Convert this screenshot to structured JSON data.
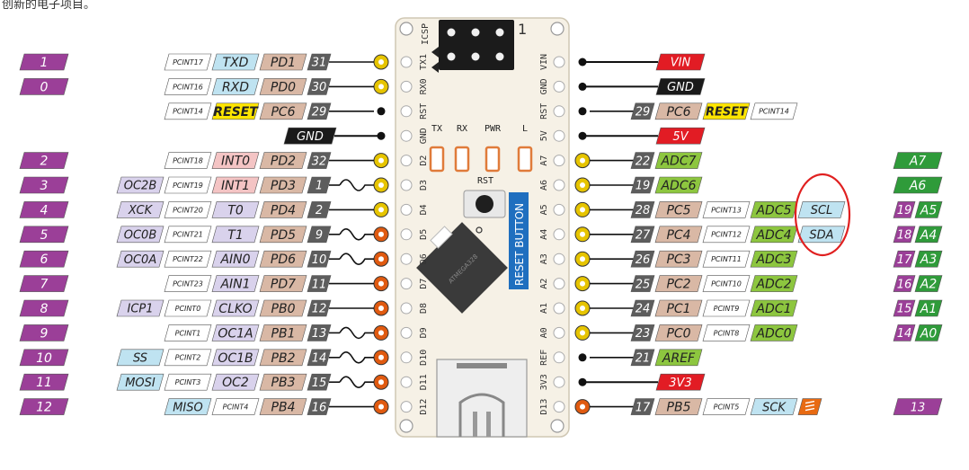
{
  "caption": "创新的电子项目。",
  "colors": {
    "purple": "#9b3f98",
    "num": "#5d5d5d",
    "port": "#d9b8a5",
    "func_blue": "#bfe3f1",
    "func_lilac": "#d9d2ec",
    "pcint": "#ffffff",
    "red": "#e21c24",
    "black": "#1a1a1a",
    "green": "#2f9b3a",
    "adc": "#8dc63f",
    "yellow": "#ffe600",
    "orange": "#e86a12",
    "pin_yellow": "#e6c400",
    "pin_orange": "#e05a10",
    "board": "#f6f1e6",
    "highlight_circle": "#e02020"
  },
  "board": {
    "icsp_label": "ICSP",
    "icsp_pin_label": "1",
    "leds": [
      "TX",
      "RX",
      "PWR",
      "L"
    ],
    "rst_label": "RST",
    "reset_button_label": "RESET BUTTON",
    "chip_text": "ATMEGA328"
  },
  "left_pins": [
    {
      "arduino": "1",
      "pcint": "PCINT17",
      "func": "TXD",
      "port": "PD1",
      "num": "31",
      "silk": "TX1",
      "pin": "yellow",
      "pwm": false
    },
    {
      "arduino": "0",
      "pcint": "PCINT16",
      "func": "RXD",
      "port": "PD0",
      "num": "30",
      "silk": "RX0",
      "pin": "yellow",
      "pwm": false
    },
    {
      "arduino": "",
      "pcint": "PCINT14",
      "func": "RESET",
      "port": "PC6",
      "num": "29",
      "silk": "RST",
      "pin": "dot",
      "pwm": false
    },
    {
      "arduino": "",
      "pcint": "",
      "func": "",
      "port": "",
      "num": "",
      "special": "GND",
      "silk": "GND",
      "pin": "dot",
      "pwm": false
    },
    {
      "arduino": "2",
      "pcint": "PCINT18",
      "func": "INT0",
      "port": "PD2",
      "num": "32",
      "silk": "D2",
      "pin": "yellow",
      "pwm": false
    },
    {
      "arduino": "3",
      "extra": "OC2B",
      "pcint": "PCINT19",
      "func": "INT1",
      "port": "PD3",
      "num": "1",
      "silk": "D3",
      "pin": "yellow",
      "pwm": true
    },
    {
      "arduino": "4",
      "extra": "XCK",
      "pcint": "PCINT20",
      "func": "T0",
      "port": "PD4",
      "num": "2",
      "silk": "D4",
      "pin": "yellow",
      "pwm": false
    },
    {
      "arduino": "5",
      "extra": "OC0B",
      "pcint": "PCINT21",
      "func": "T1",
      "port": "PD5",
      "num": "9",
      "silk": "D5",
      "pin": "orange",
      "pwm": true
    },
    {
      "arduino": "6",
      "extra": "OC0A",
      "pcint": "PCINT22",
      "func": "AIN0",
      "port": "PD6",
      "num": "10",
      "silk": "D6",
      "pin": "orange",
      "pwm": true
    },
    {
      "arduino": "7",
      "pcint": "PCINT23",
      "func": "AIN1",
      "port": "PD7",
      "num": "11",
      "silk": "D7",
      "pin": "orange",
      "pwm": false
    },
    {
      "arduino": "8",
      "extra": "ICP1",
      "pcint": "PCINT0",
      "func": "CLKO",
      "port": "PB0",
      "num": "12",
      "silk": "D8",
      "pin": "orange",
      "pwm": false
    },
    {
      "arduino": "9",
      "pcint": "PCINT1",
      "func": "OC1A",
      "port": "PB1",
      "num": "13",
      "silk": "D9",
      "pin": "orange",
      "pwm": true
    },
    {
      "arduino": "10",
      "extra": "SS",
      "pcint": "PCINT2",
      "func": "OC1B",
      "port": "PB2",
      "num": "14",
      "silk": "D10",
      "pin": "orange",
      "pwm": true
    },
    {
      "arduino": "11",
      "extra": "MOSI",
      "pcint": "PCINT3",
      "func": "OC2",
      "port": "PB3",
      "num": "15",
      "silk": "D11",
      "pin": "orange",
      "pwm": true
    },
    {
      "arduino": "12",
      "extra": "MISO",
      "pcint": "PCINT4",
      "func": "",
      "port": "PB4",
      "num": "16",
      "silk": "D12",
      "pin": "orange",
      "pwm": false
    }
  ],
  "right_pins": [
    {
      "special": "VIN",
      "special_color": "red",
      "silk": "VIN",
      "pin": "dot"
    },
    {
      "special": "GND",
      "special_color": "black",
      "silk": "GND",
      "pin": "dot"
    },
    {
      "num": "29",
      "port": "PC6",
      "func": "RESET",
      "pcint": "PCINT14",
      "silk": "RST",
      "pin": "dot"
    },
    {
      "special": "5V",
      "special_color": "red",
      "silk": "5V",
      "pin": "dot"
    },
    {
      "num": "22",
      "adc": "ADC7",
      "silk": "A7",
      "pin": "yellow",
      "analog": "A7"
    },
    {
      "num": "19",
      "adc": "ADC6",
      "silk": "A6",
      "pin": "yellow",
      "analog": "A6"
    },
    {
      "num": "28",
      "port": "PC5",
      "pcint": "PCINT13",
      "adc": "ADC5",
      "extra": "SCL",
      "silk": "A5",
      "pin": "yellow",
      "digital": "19",
      "analog": "A5"
    },
    {
      "num": "27",
      "port": "PC4",
      "pcint": "PCINT12",
      "adc": "ADC4",
      "extra": "SDA",
      "silk": "A4",
      "pin": "yellow",
      "digital": "18",
      "analog": "A4"
    },
    {
      "num": "26",
      "port": "PC3",
      "pcint": "PCINT11",
      "adc": "ADC3",
      "silk": "A3",
      "pin": "yellow",
      "digital": "17",
      "analog": "A3"
    },
    {
      "num": "25",
      "port": "PC2",
      "pcint": "PCINT10",
      "adc": "ADC2",
      "silk": "A2",
      "pin": "yellow",
      "digital": "16",
      "analog": "A2"
    },
    {
      "num": "24",
      "port": "PC1",
      "pcint": "PCINT9",
      "adc": "ADC1",
      "silk": "A1",
      "pin": "yellow",
      "digital": "15",
      "analog": "A1"
    },
    {
      "num": "23",
      "port": "PC0",
      "pcint": "PCINT8",
      "adc": "ADC0",
      "silk": "A0",
      "pin": "yellow",
      "digital": "14",
      "analog": "A0"
    },
    {
      "num": "21",
      "adc": "AREF",
      "silk": "REF",
      "pin": "dot"
    },
    {
      "special": "3V3",
      "special_color": "red",
      "silk": "3V3",
      "pin": "dot"
    },
    {
      "num": "17",
      "port": "PB5",
      "pcint": "PCINT5",
      "extra": "SCK",
      "silk": "D13",
      "pin": "orange",
      "led": true,
      "digital": "13"
    }
  ]
}
